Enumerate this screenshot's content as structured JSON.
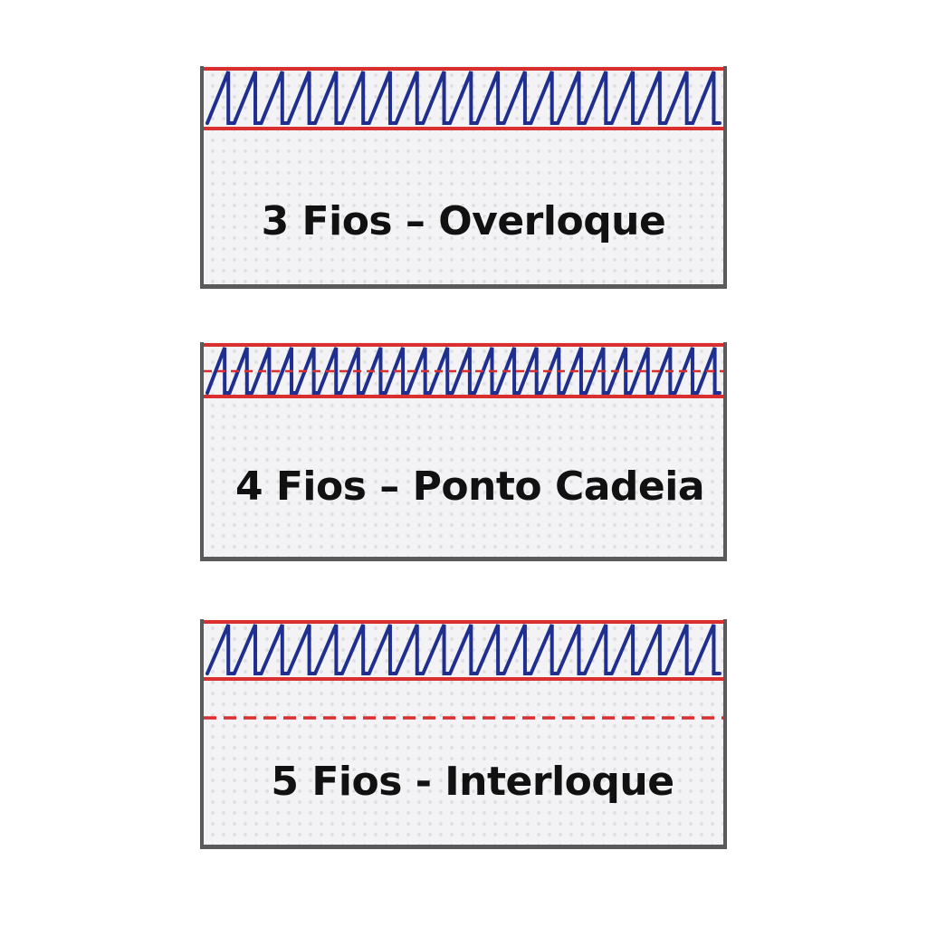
{
  "colors": {
    "stitch_blue": "#1f2f8f",
    "edge_red": "#d9302f",
    "fabric": "#f3f3f5",
    "border": "#5a5a5a",
    "text": "#111111"
  },
  "panels": [
    {
      "label": "3 Fios – Overloque",
      "zigzag_count": 19,
      "dashed_overlay": false,
      "dashed_safety": false
    },
    {
      "label": "4 Fios – Ponto Cadeia",
      "zigzag_count": 23,
      "dashed_overlay": true,
      "dashed_safety": false
    },
    {
      "label": "5 Fios - Interloque",
      "zigzag_count": 19,
      "dashed_overlay": false,
      "dashed_safety": true
    }
  ]
}
